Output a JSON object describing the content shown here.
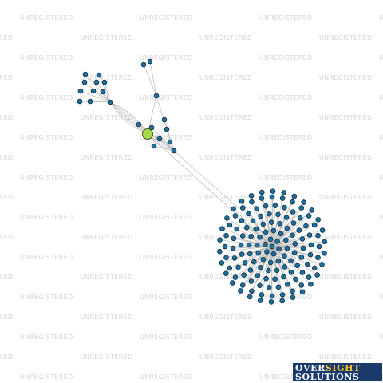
{
  "watermark": "UNREGISTERED",
  "logo": {
    "line1_a": "OVER",
    "line1_b": "SIGHT",
    "line2": "SOLUTIONS"
  },
  "colors": {
    "node": "#1f6e9c",
    "focus": "#a8d94a",
    "edge": "#b9b9b9",
    "watermark": "#d6d6d6",
    "logo_bg": "#1a3a6e",
    "logo_accent": "#f2c22b"
  }
}
